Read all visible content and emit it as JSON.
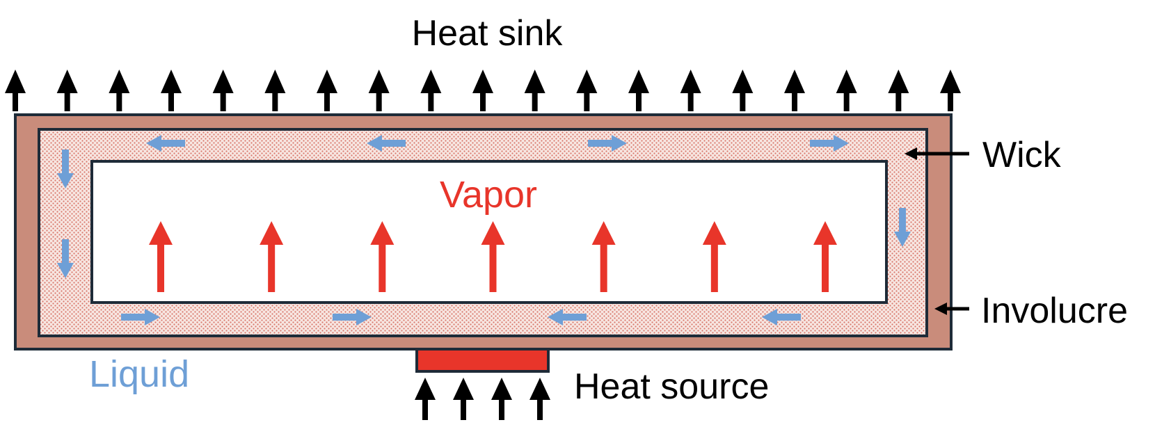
{
  "labels": {
    "heat_sink": "Heat sink",
    "vapor": "Vapor",
    "wick": "Wick",
    "involucre": "Involucre",
    "liquid": "Liquid",
    "heat_source": "Heat source"
  },
  "colors": {
    "involucre": "#c98c7b",
    "wick_fill": "#f7e6e1",
    "wick_dots": "#d9776a",
    "outline": "#1e2b38",
    "vapor": "#e8352a",
    "liquid": "#6e9fd6",
    "heat_arrow": "#000000",
    "heater": "#e8352a"
  },
  "heat_sink_arrow_count": 19,
  "vapor_arrow_count": 7,
  "heat_source_arrow_count": 4,
  "liquid_flow": {
    "top": [
      "left",
      "left",
      "right",
      "right"
    ],
    "left": [
      "down",
      "down"
    ],
    "right": [
      "down"
    ],
    "bottom": [
      "right",
      "right",
      "left",
      "left"
    ]
  }
}
